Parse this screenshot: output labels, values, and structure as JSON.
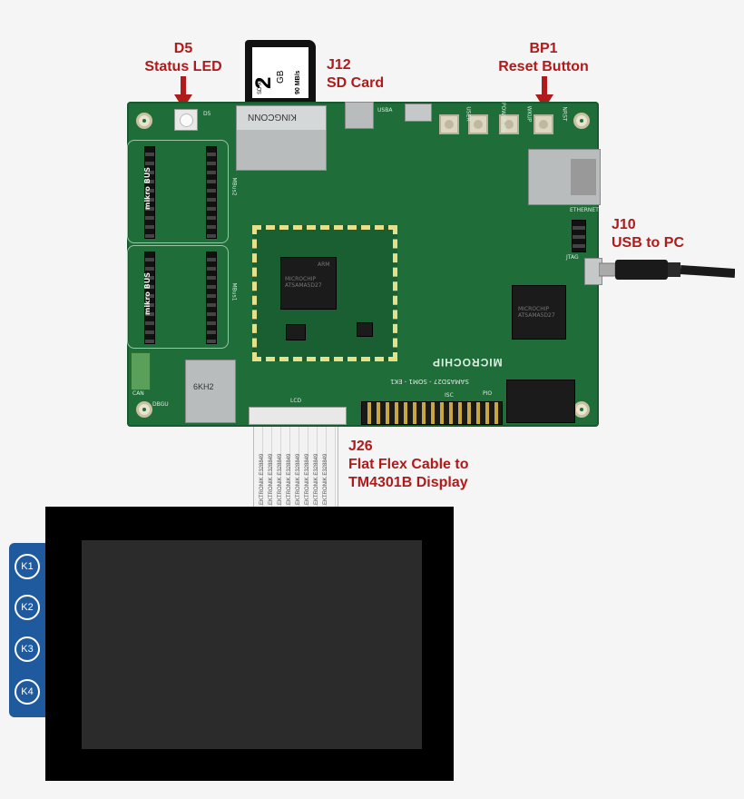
{
  "callouts": {
    "d5": {
      "ref": "D5",
      "desc": "Status LED"
    },
    "j12": {
      "ref": "J12",
      "desc": "SD Card"
    },
    "bp1": {
      "ref": "BP1",
      "desc": "Reset Button"
    },
    "j10": {
      "ref": "J10",
      "desc": "USB to PC"
    },
    "j26": {
      "ref": "J26",
      "desc_line1": "Flat Flex Cable to",
      "desc_line2": "TM4301B Display"
    }
  },
  "board": {
    "name": "SAMA5D27 - SOM1 - EK1",
    "brand": "MICROCHIP",
    "som_text": "MICROCHIP ATSAMA5D27",
    "arm": "ARM",
    "sd_slot": "KINGCONN",
    "mbus1": "MBus1",
    "mbus2": "MBus2",
    "mikro_label": "mikro BUS",
    "usb_a": "USBA",
    "user": "USER",
    "power_on": "POWER ON",
    "wakup": "WKUP",
    "nrst": "NRST",
    "ethernet": "ETHERNET",
    "jtag": "JTAG",
    "lcd": "LCD",
    "dbgu": "DBGU",
    "can": "CAN",
    "pio": "PIO",
    "isc": "ISC",
    "crystal": "6KH2",
    "d5": "D5"
  },
  "sd_card": {
    "capacity": "2",
    "unit": "GB",
    "speed": "90 MB/s",
    "type": "SD XC"
  },
  "flex_text": "EKTRONIK E328849",
  "keys": [
    "K1",
    "K2",
    "K3",
    "K4"
  ],
  "colors": {
    "callout": "#b01a1a",
    "board": "#1f6e3a",
    "keypad": "#1f5a9e",
    "som_outline": "#e6e08a"
  }
}
